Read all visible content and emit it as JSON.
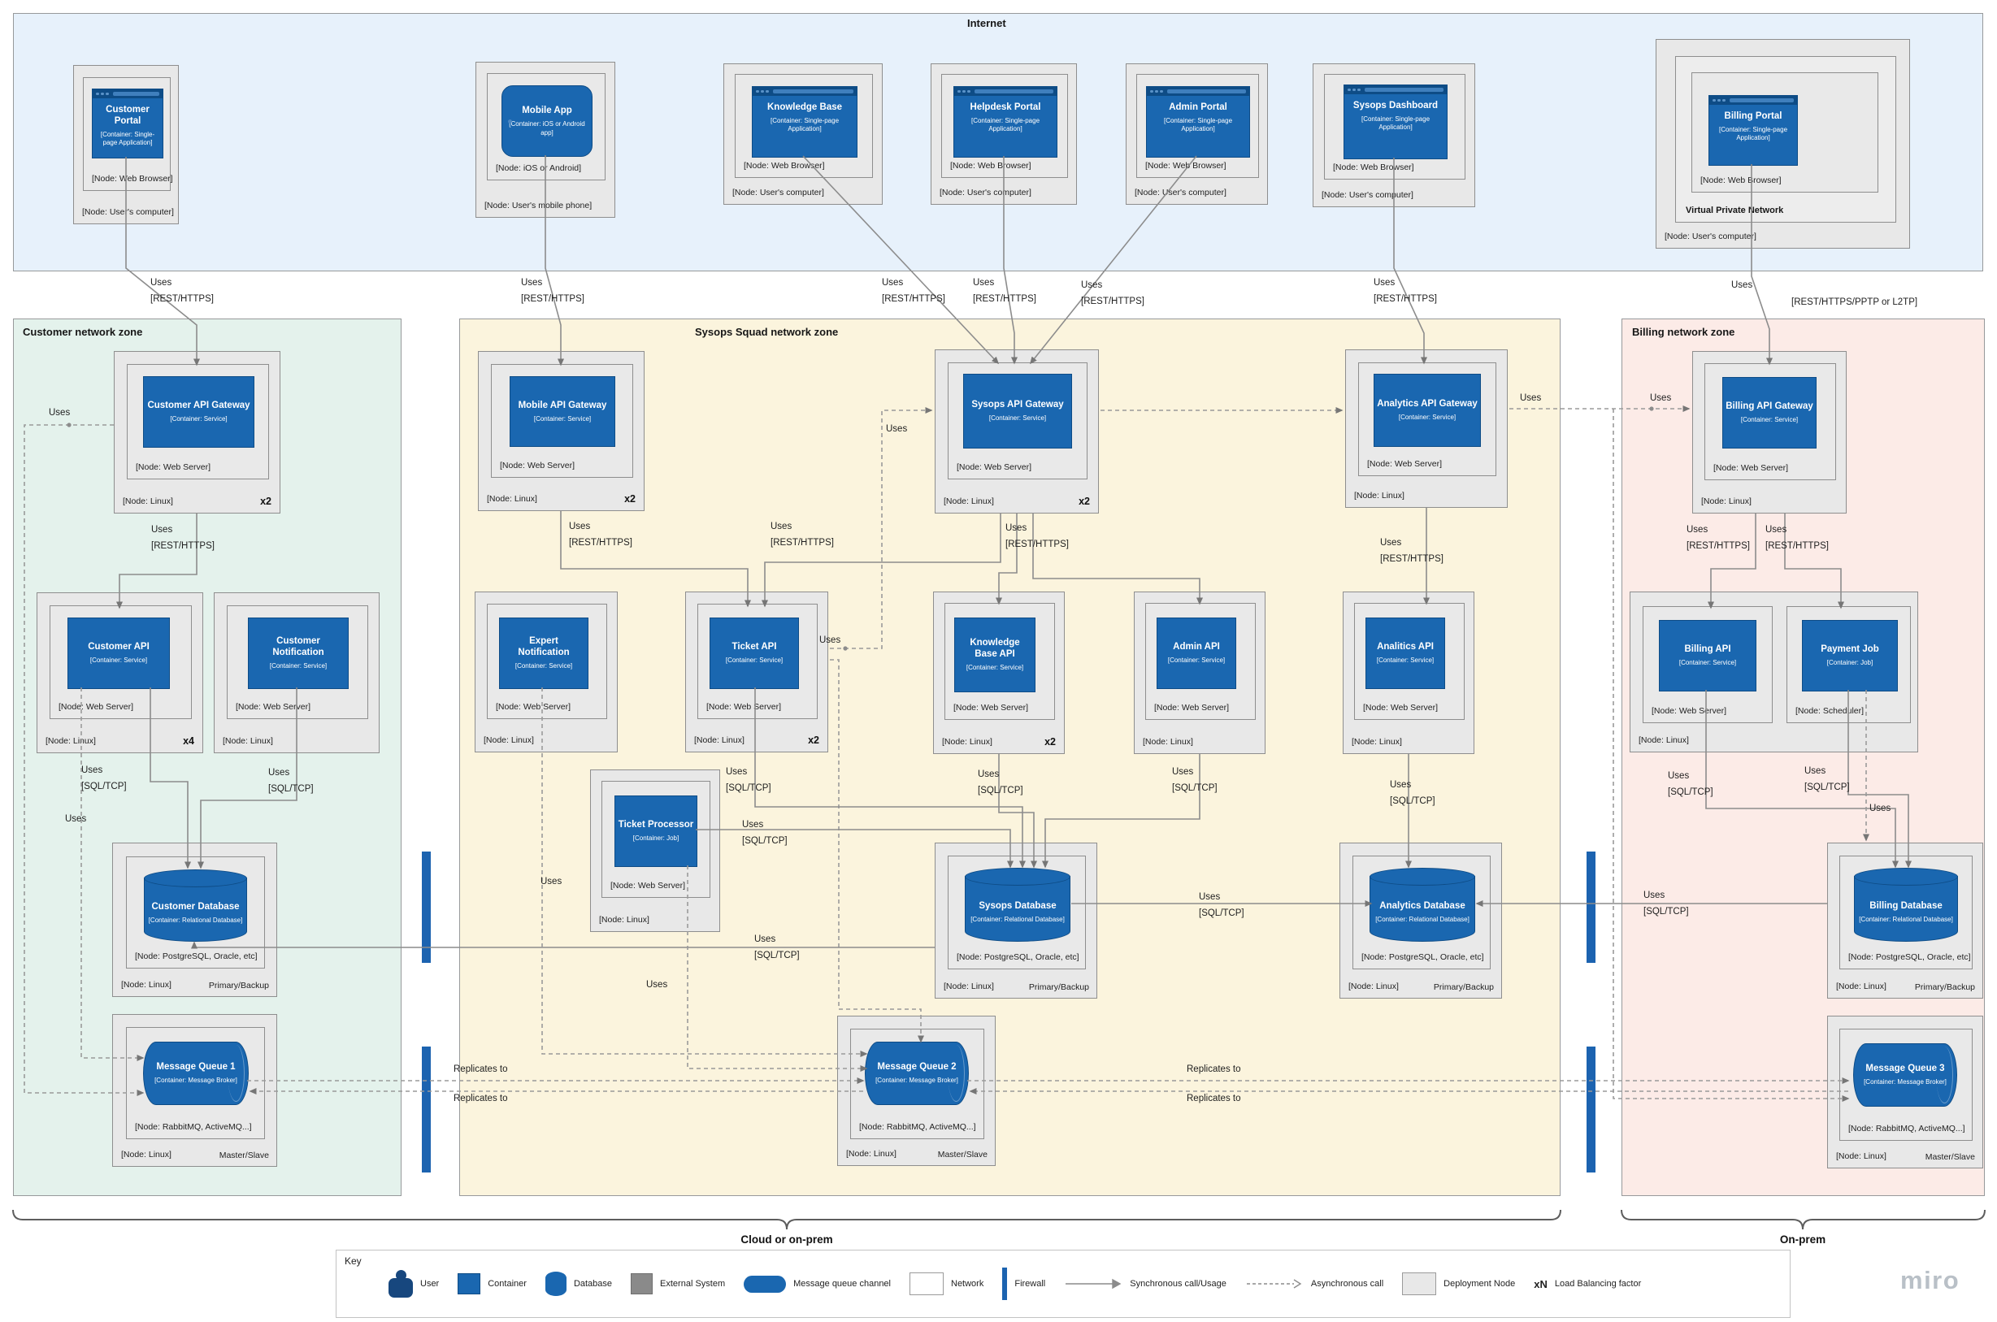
{
  "diagram": {
    "zones": {
      "internet": "Internet",
      "customer": "Customer network zone",
      "sysops": "Sysops Squad network zone",
      "billing": "Billing network zone"
    },
    "vpn_label": "Virtual Private Network",
    "nodes": [
      {
        "id": "customer-portal",
        "shape": "browser",
        "title": "Customer Portal",
        "sub": "[Container: Single-page Application]",
        "inner": "[Node: Web Browser]",
        "outer": "[Node: User's computer]"
      },
      {
        "id": "mobile-app",
        "shape": "phone",
        "title": "Mobile App",
        "sub": "[Container: iOS or Android app]",
        "inner": "[Node: iOS or Android]",
        "outer": "[Node: User's mobile phone]"
      },
      {
        "id": "knowledge-base",
        "shape": "browser",
        "title": "Knowledge Base",
        "sub": "[Container: Single-page Application]",
        "inner": "[Node: Web Browser]",
        "outer": "[Node: User's computer]"
      },
      {
        "id": "helpdesk-portal",
        "shape": "browser",
        "title": "Helpdesk Portal",
        "sub": "[Container: Single-page Application]",
        "inner": "[Node: Web Browser]",
        "outer": "[Node: User's computer]"
      },
      {
        "id": "admin-portal",
        "shape": "browser",
        "title": "Admin Portal",
        "sub": "[Container: Single-page Application]",
        "inner": "[Node: Web Browser]",
        "outer": "[Node: User's computer]"
      },
      {
        "id": "sysops-dashboard",
        "shape": "browser",
        "title": "Sysops Dashboard",
        "sub": "[Container: Single-page Application]",
        "inner": "[Node: Web Browser]",
        "outer": "[Node: User's computer]"
      },
      {
        "id": "billing-portal",
        "shape": "browser",
        "title": "Billing Portal",
        "sub": "[Container: Single-page Application]",
        "inner": "[Node: Web Browser]",
        "outer": "[Node: User's computer]"
      },
      {
        "id": "customer-api-gateway",
        "shape": "service",
        "title": "Customer API Gateway",
        "sub": "[Container: Service]",
        "inner": "[Node: Web Server]",
        "outer": "[Node: Linux]",
        "mult": "x2"
      },
      {
        "id": "mobile-api-gateway",
        "shape": "service",
        "title": "Mobile API Gateway",
        "sub": "[Container: Service]",
        "inner": "[Node: Web Server]",
        "outer": "[Node: Linux]",
        "mult": "x2"
      },
      {
        "id": "sysops-api-gateway",
        "shape": "service",
        "title": "Sysops API Gateway",
        "sub": "[Container: Service]",
        "inner": "[Node: Web Server]",
        "outer": "[Node: Linux]",
        "mult": "x2"
      },
      {
        "id": "analytics-api-gateway",
        "shape": "service",
        "title": "Analytics API Gateway",
        "sub": "[Container: Service]",
        "inner": "[Node: Web Server]",
        "outer": "[Node: Linux]"
      },
      {
        "id": "billing-api-gateway",
        "shape": "service",
        "title": "Billing API Gateway",
        "sub": "[Container: Service]",
        "inner": "[Node: Web Server]",
        "outer": "[Node: Linux]"
      },
      {
        "id": "customer-api",
        "shape": "service",
        "title": "Customer API",
        "sub": "[Container: Service]",
        "inner": "[Node: Web Server]",
        "outer": "[Node: Linux]",
        "mult": "x4"
      },
      {
        "id": "customer-notification",
        "shape": "service",
        "title": "Customer Notification",
        "sub": "[Container: Service]",
        "inner": "[Node: Web Server]",
        "outer": "[Node: Linux]"
      },
      {
        "id": "expert-notification",
        "shape": "service",
        "title": "Expert Notification",
        "sub": "[Container: Service]",
        "inner": "[Node: Web Server]",
        "outer": "[Node: Linux]"
      },
      {
        "id": "ticket-api",
        "shape": "service",
        "title": "Ticket API",
        "sub": "[Container: Service]",
        "inner": "[Node: Web Server]",
        "outer": "[Node: Linux]",
        "mult": "x2"
      },
      {
        "id": "knowledge-base-api",
        "shape": "service",
        "title": "Knowledge Base API",
        "sub": "[Container: Service]",
        "inner": "[Node: Web Server]",
        "outer": "[Node: Linux]",
        "mult": "x2"
      },
      {
        "id": "admin-api",
        "shape": "service",
        "title": "Admin API",
        "sub": "[Container: Service]",
        "inner": "[Node: Web Server]",
        "outer": "[Node: Linux]"
      },
      {
        "id": "analitics-api",
        "shape": "service",
        "title": "Analitics API",
        "sub": "[Container: Service]",
        "inner": "[Node: Web Server]",
        "outer": "[Node: Linux]"
      },
      {
        "id": "billing-node",
        "shape": "service",
        "title": "Billing API",
        "sub": "[Container: Service]",
        "inner": "[Node: Web Server]",
        "title2": "Payment Job",
        "sub2": "[Container: Job]",
        "inner2": "[Node: Scheduler]",
        "outer": "[Node: Linux]"
      },
      {
        "id": "ticket-processor",
        "shape": "service",
        "title": "Ticket Processor",
        "sub": "[Container: Job]",
        "inner": "[Node: Web Server]",
        "outer": "[Node: Linux]"
      },
      {
        "id": "customer-database",
        "shape": "db",
        "title": "Customer Database",
        "sub": "[Container: Relational Database]",
        "inner": "[Node: PostgreSQL, Oracle, etc]",
        "outer": "[Node: Linux]",
        "badge": "Primary/Backup"
      },
      {
        "id": "sysops-database",
        "shape": "db",
        "title": "Sysops Database",
        "sub": "[Container: Relational Database]",
        "inner": "[Node: PostgreSQL, Oracle, etc]",
        "outer": "[Node: Linux]",
        "badge": "Primary/Backup"
      },
      {
        "id": "analytics-database",
        "shape": "db",
        "title": "Analytics Database",
        "sub": "[Container: Relational Database]",
        "inner": "[Node: PostgreSQL, Oracle, etc]",
        "outer": "[Node: Linux]",
        "badge": "Primary/Backup"
      },
      {
        "id": "billing-database",
        "shape": "db",
        "title": "Billing Database",
        "sub": "[Container: Relational Database]",
        "inner": "[Node: PostgreSQL, Oracle, etc]",
        "outer": "[Node: Linux]",
        "badge": "Primary/Backup"
      },
      {
        "id": "message-queue-1",
        "shape": "mq",
        "title": "Message Queue 1",
        "sub": "[Container: Message Broker]",
        "inner": "[Node: RabbitMQ, ActiveMQ...]",
        "outer": "[Node: Linux]",
        "badge": "Master/Slave"
      },
      {
        "id": "message-queue-2",
        "shape": "mq",
        "title": "Message Queue 2",
        "sub": "[Container: Message Broker]",
        "inner": "[Node: RabbitMQ, ActiveMQ...]",
        "outer": "[Node: Linux]",
        "badge": "Master/Slave"
      },
      {
        "id": "message-queue-3",
        "shape": "mq",
        "title": "Message Queue 3",
        "sub": "[Container: Message Broker]",
        "inner": "[Node: RabbitMQ, ActiveMQ...]",
        "outer": "[Node: Linux]",
        "badge": "Master/Slave"
      }
    ],
    "edge_labels": {
      "el_portal_customer": [
        "Uses",
        "[REST/HTTPS]"
      ],
      "el_portal_mobile": [
        "Uses",
        "[REST/HTTPS]"
      ],
      "el_portal_kb": [
        "Uses",
        "[REST/HTTPS]"
      ],
      "el_portal_helpdesk": [
        "Uses",
        "[REST/HTTPS]"
      ],
      "el_portal_admin": [
        "Uses",
        "[REST/HTTPS]"
      ],
      "el_portal_sysops": [
        "Uses",
        "[REST/HTTPS]"
      ],
      "el_portal_billing_uses": [
        "Uses"
      ],
      "el_portal_billing_proto": [
        "[REST/HTTPS/PPTP or L2TP]"
      ],
      "el_cust_gw_async": [
        "Uses"
      ],
      "el_cust_gw_api": [
        "Uses",
        "[REST/HTTPS]"
      ],
      "el_cust_api_db": [
        "Uses",
        "[SQL/TCP]"
      ],
      "el_cust_notif_db": [
        "Uses",
        "[SQL/TCP]"
      ],
      "el_cust_api_async": [
        "Uses"
      ],
      "el_mobile_ticket": [
        "Uses",
        "[REST/HTTPS]"
      ],
      "el_sysops_ticket": [
        "Uses",
        "[REST/HTTPS]"
      ],
      "el_sysops_kb": [
        "Uses",
        "[REST/HTTPS]"
      ],
      "el_an_gw_api": [
        "Uses",
        "[REST/HTTPS]"
      ],
      "el_sysgw_left_async": [
        "Uses"
      ],
      "el_ticket_right_async": [
        "Uses"
      ],
      "el_ticket_db": [
        "Uses",
        "[SQL/TCP]"
      ],
      "el_kb_db": [
        "Uses",
        "[SQL/TCP]"
      ],
      "el_admin_db": [
        "Uses",
        "[SQL/TCP]"
      ],
      "el_analitics_db": [
        "Uses",
        "[SQL/TCP]"
      ],
      "el_tp_db": [
        "Uses",
        "[SQL/TCP]"
      ],
      "el_sys_cust_db": [
        "Uses",
        "[SQL/TCP]"
      ],
      "el_sys_an_db": [
        "Uses",
        "[SQL/TCP]"
      ],
      "el_bill_an_db": [
        "Uses",
        "[SQL/TCP]"
      ],
      "el_expert_async": [
        "Uses"
      ],
      "el_tp_async": [
        "Uses"
      ],
      "el_repl_l1": [
        "Replicates to"
      ],
      "el_repl_l2": [
        "Replicates to"
      ],
      "el_repl_r1": [
        "Replicates to"
      ],
      "el_repl_r2": [
        "Replicates to"
      ],
      "el_billgw_async": [
        "Uses"
      ],
      "el_angw_bill_async": [
        "Uses"
      ],
      "el_billgw_api": [
        "Uses",
        "[REST/HTTPS]"
      ],
      "el_billgw_job": [
        "Uses",
        "[REST/HTTPS]"
      ],
      "el_billapi_db": [
        "Uses",
        "[SQL/TCP]"
      ],
      "el_job_db": [
        "Uses",
        "[SQL/TCP]"
      ],
      "el_job_async": [
        "Uses"
      ]
    },
    "braces": {
      "cloud": "Cloud or on-prem",
      "onprem": "On-prem"
    },
    "legend": {
      "title": "Key",
      "items": [
        {
          "icon": "user-icon",
          "label": "User"
        },
        {
          "icon": "container-icon",
          "label": "Container"
        },
        {
          "icon": "database-icon",
          "label": "Database"
        },
        {
          "icon": "external-system-icon",
          "label": "External System"
        },
        {
          "icon": "message-queue-channel-icon",
          "label": "Message queue channel"
        },
        {
          "icon": "network-icon",
          "label": "Network"
        },
        {
          "icon": "firewall-icon",
          "label": "Firewall"
        },
        {
          "icon": "synchronous-call-icon",
          "label": "Synchronous call/Usage"
        },
        {
          "icon": "asynchronous-call-icon",
          "label": "Asynchronous call"
        },
        {
          "icon": "deployment-node-icon",
          "label": "Deployment Node"
        },
        {
          "icon": "load-balancing-icon",
          "symbol": "xN",
          "label": "Load Balancing factor"
        }
      ]
    },
    "watermark": "miro",
    "colors": {
      "container_blue": "#1a67b0",
      "container_blue_dark": "#0e4c86",
      "node_gray": "#e8e8e8",
      "internet_bg": "#e7f1fb",
      "customer_bg": "#e4f2ec",
      "sysops_bg": "#fbf4dd",
      "billing_bg": "#fcebe7",
      "firewall_blue": "#1c63b0",
      "line_gray": "#8c8c8c"
    }
  }
}
